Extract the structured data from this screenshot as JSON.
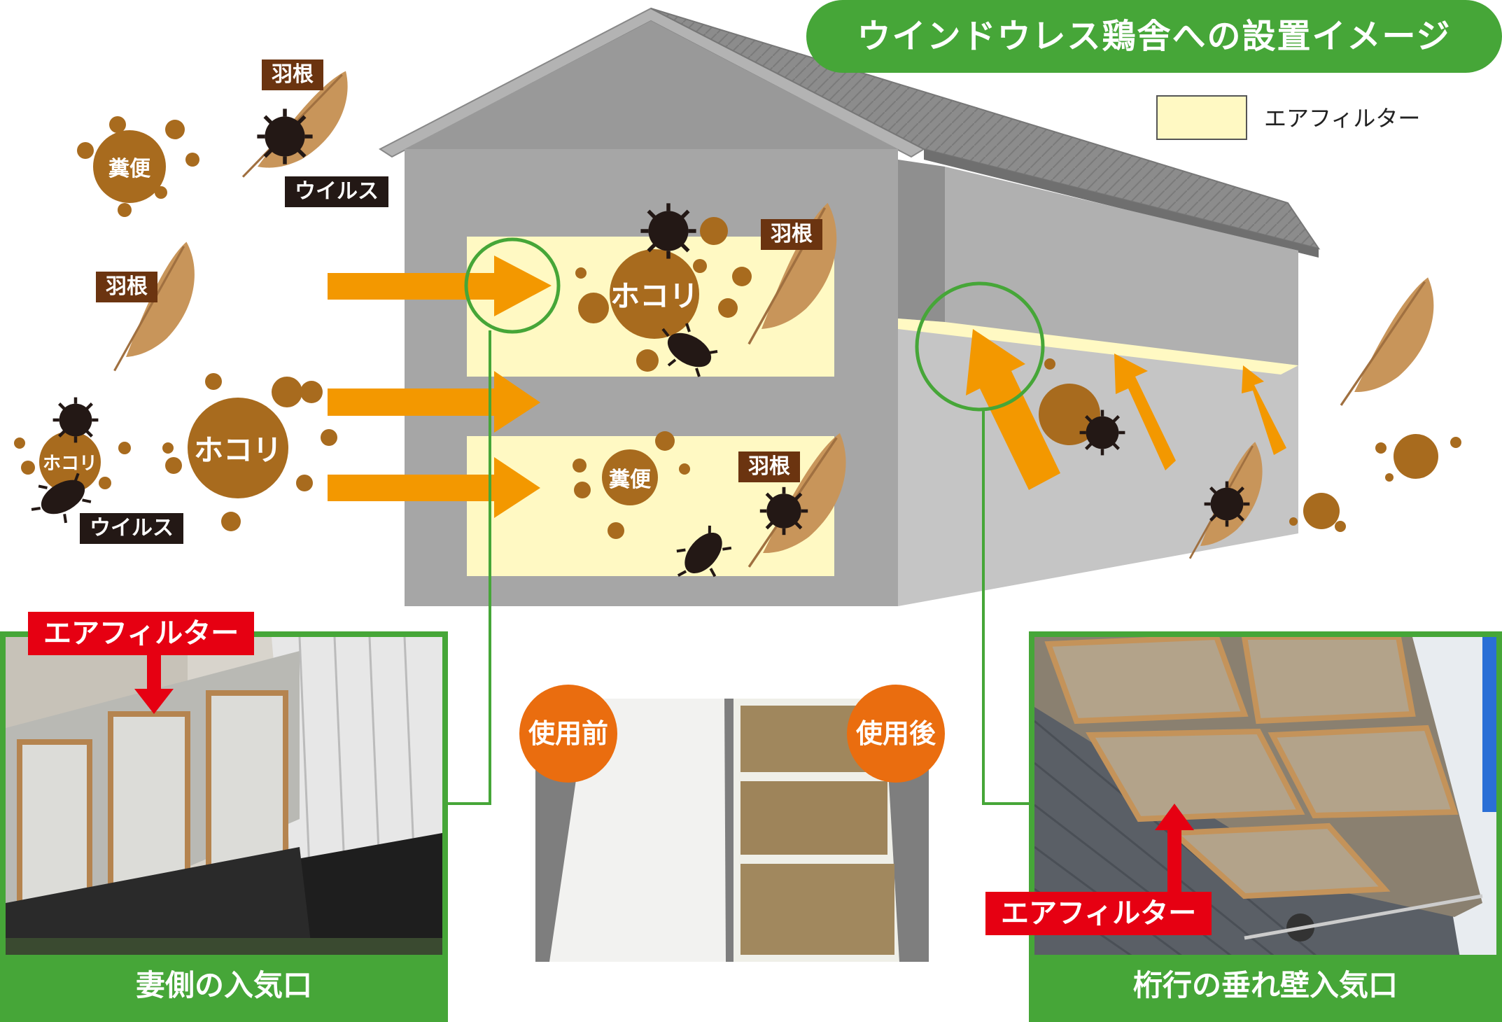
{
  "title": "ウインドウレス鶏舎への設置イメージ",
  "legend": {
    "label": "エアフィルター",
    "swatch_color": "#fff9c3"
  },
  "contaminants": {
    "feather": "羽根",
    "feces": "糞便",
    "dust": "ホコリ",
    "virus": "ウイルス"
  },
  "photos": {
    "gable_side": {
      "caption": "妻側の入気口",
      "filter_label": "エアフィルター"
    },
    "comparison": {
      "before": "使用前",
      "after": "使用後"
    },
    "eave_side": {
      "caption": "桁行の垂れ壁入気口",
      "filter_label": "エアフィルター"
    }
  },
  "colors": {
    "accent_green": "#46a638",
    "arrow_orange": "#f39800",
    "brown_tag": "#6b3410",
    "dust_brown": "#a86b1e",
    "virus_black": "#231815",
    "label_red": "#e60012",
    "badge_orange": "#ea6d0f"
  },
  "icons": [
    "feather-icon",
    "virus-icon",
    "dust-icon",
    "bacteria-icon",
    "arrow-icon"
  ]
}
